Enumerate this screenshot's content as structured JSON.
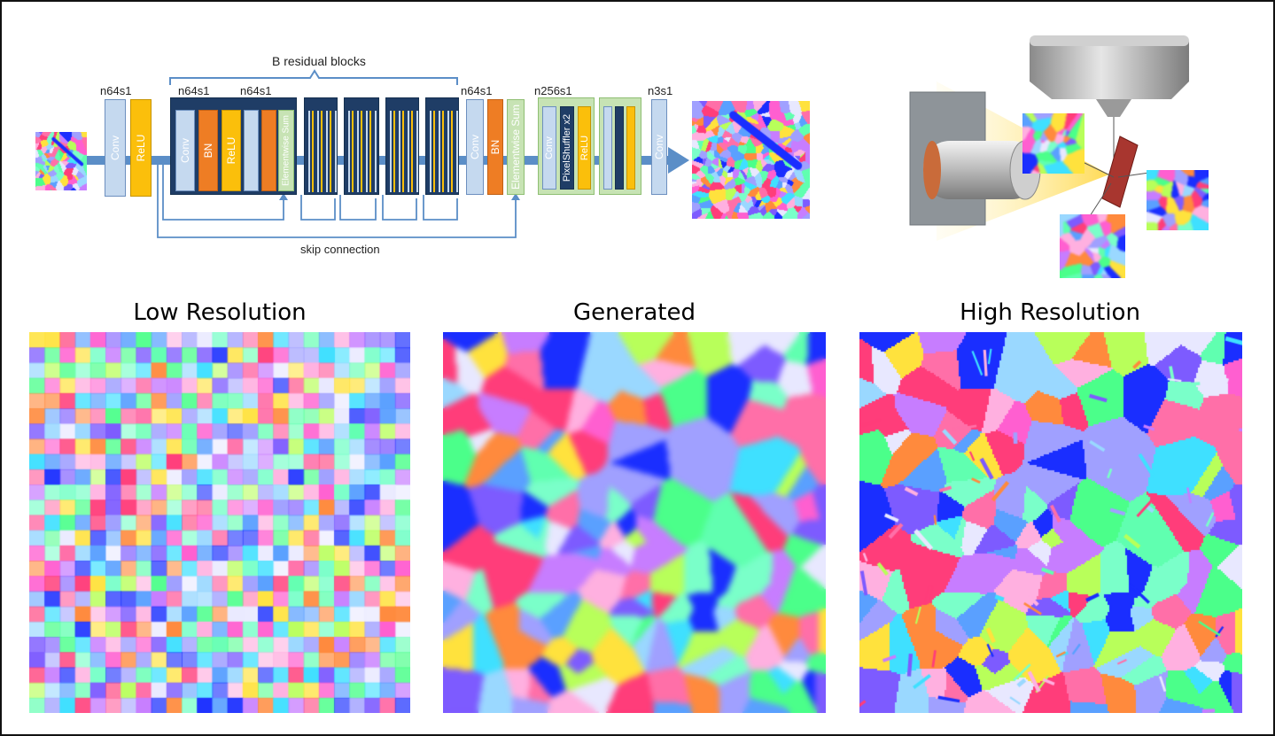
{
  "diagram": {
    "layers": {
      "n64s1_a": "n64s1",
      "n64s1_b": "n64s1",
      "n64s1_c": "n64s1",
      "n64s1_d": "n64s1",
      "n256s1": "n256s1",
      "n3s1": "n3s1"
    },
    "residual_label": "B residual blocks",
    "skip_label": "skip connection",
    "block_labels": {
      "conv": "Conv",
      "relu": "ReLU",
      "bn": "BN",
      "elementwise_sum": "Elementwise Sum",
      "pixelshuffler": "PixelShuffler x2"
    },
    "colors": {
      "conv": "#c5d9ef",
      "relu": "#fbbf0b",
      "bn": "#ee7d24",
      "elementwise_sum": "#c7e3b4",
      "residual_block": "#1f3d66",
      "arrow": "#5b8ec7"
    }
  },
  "panels": [
    {
      "title": "Low Resolution"
    },
    {
      "title": "Generated"
    },
    {
      "title": "High Resolution"
    }
  ]
}
